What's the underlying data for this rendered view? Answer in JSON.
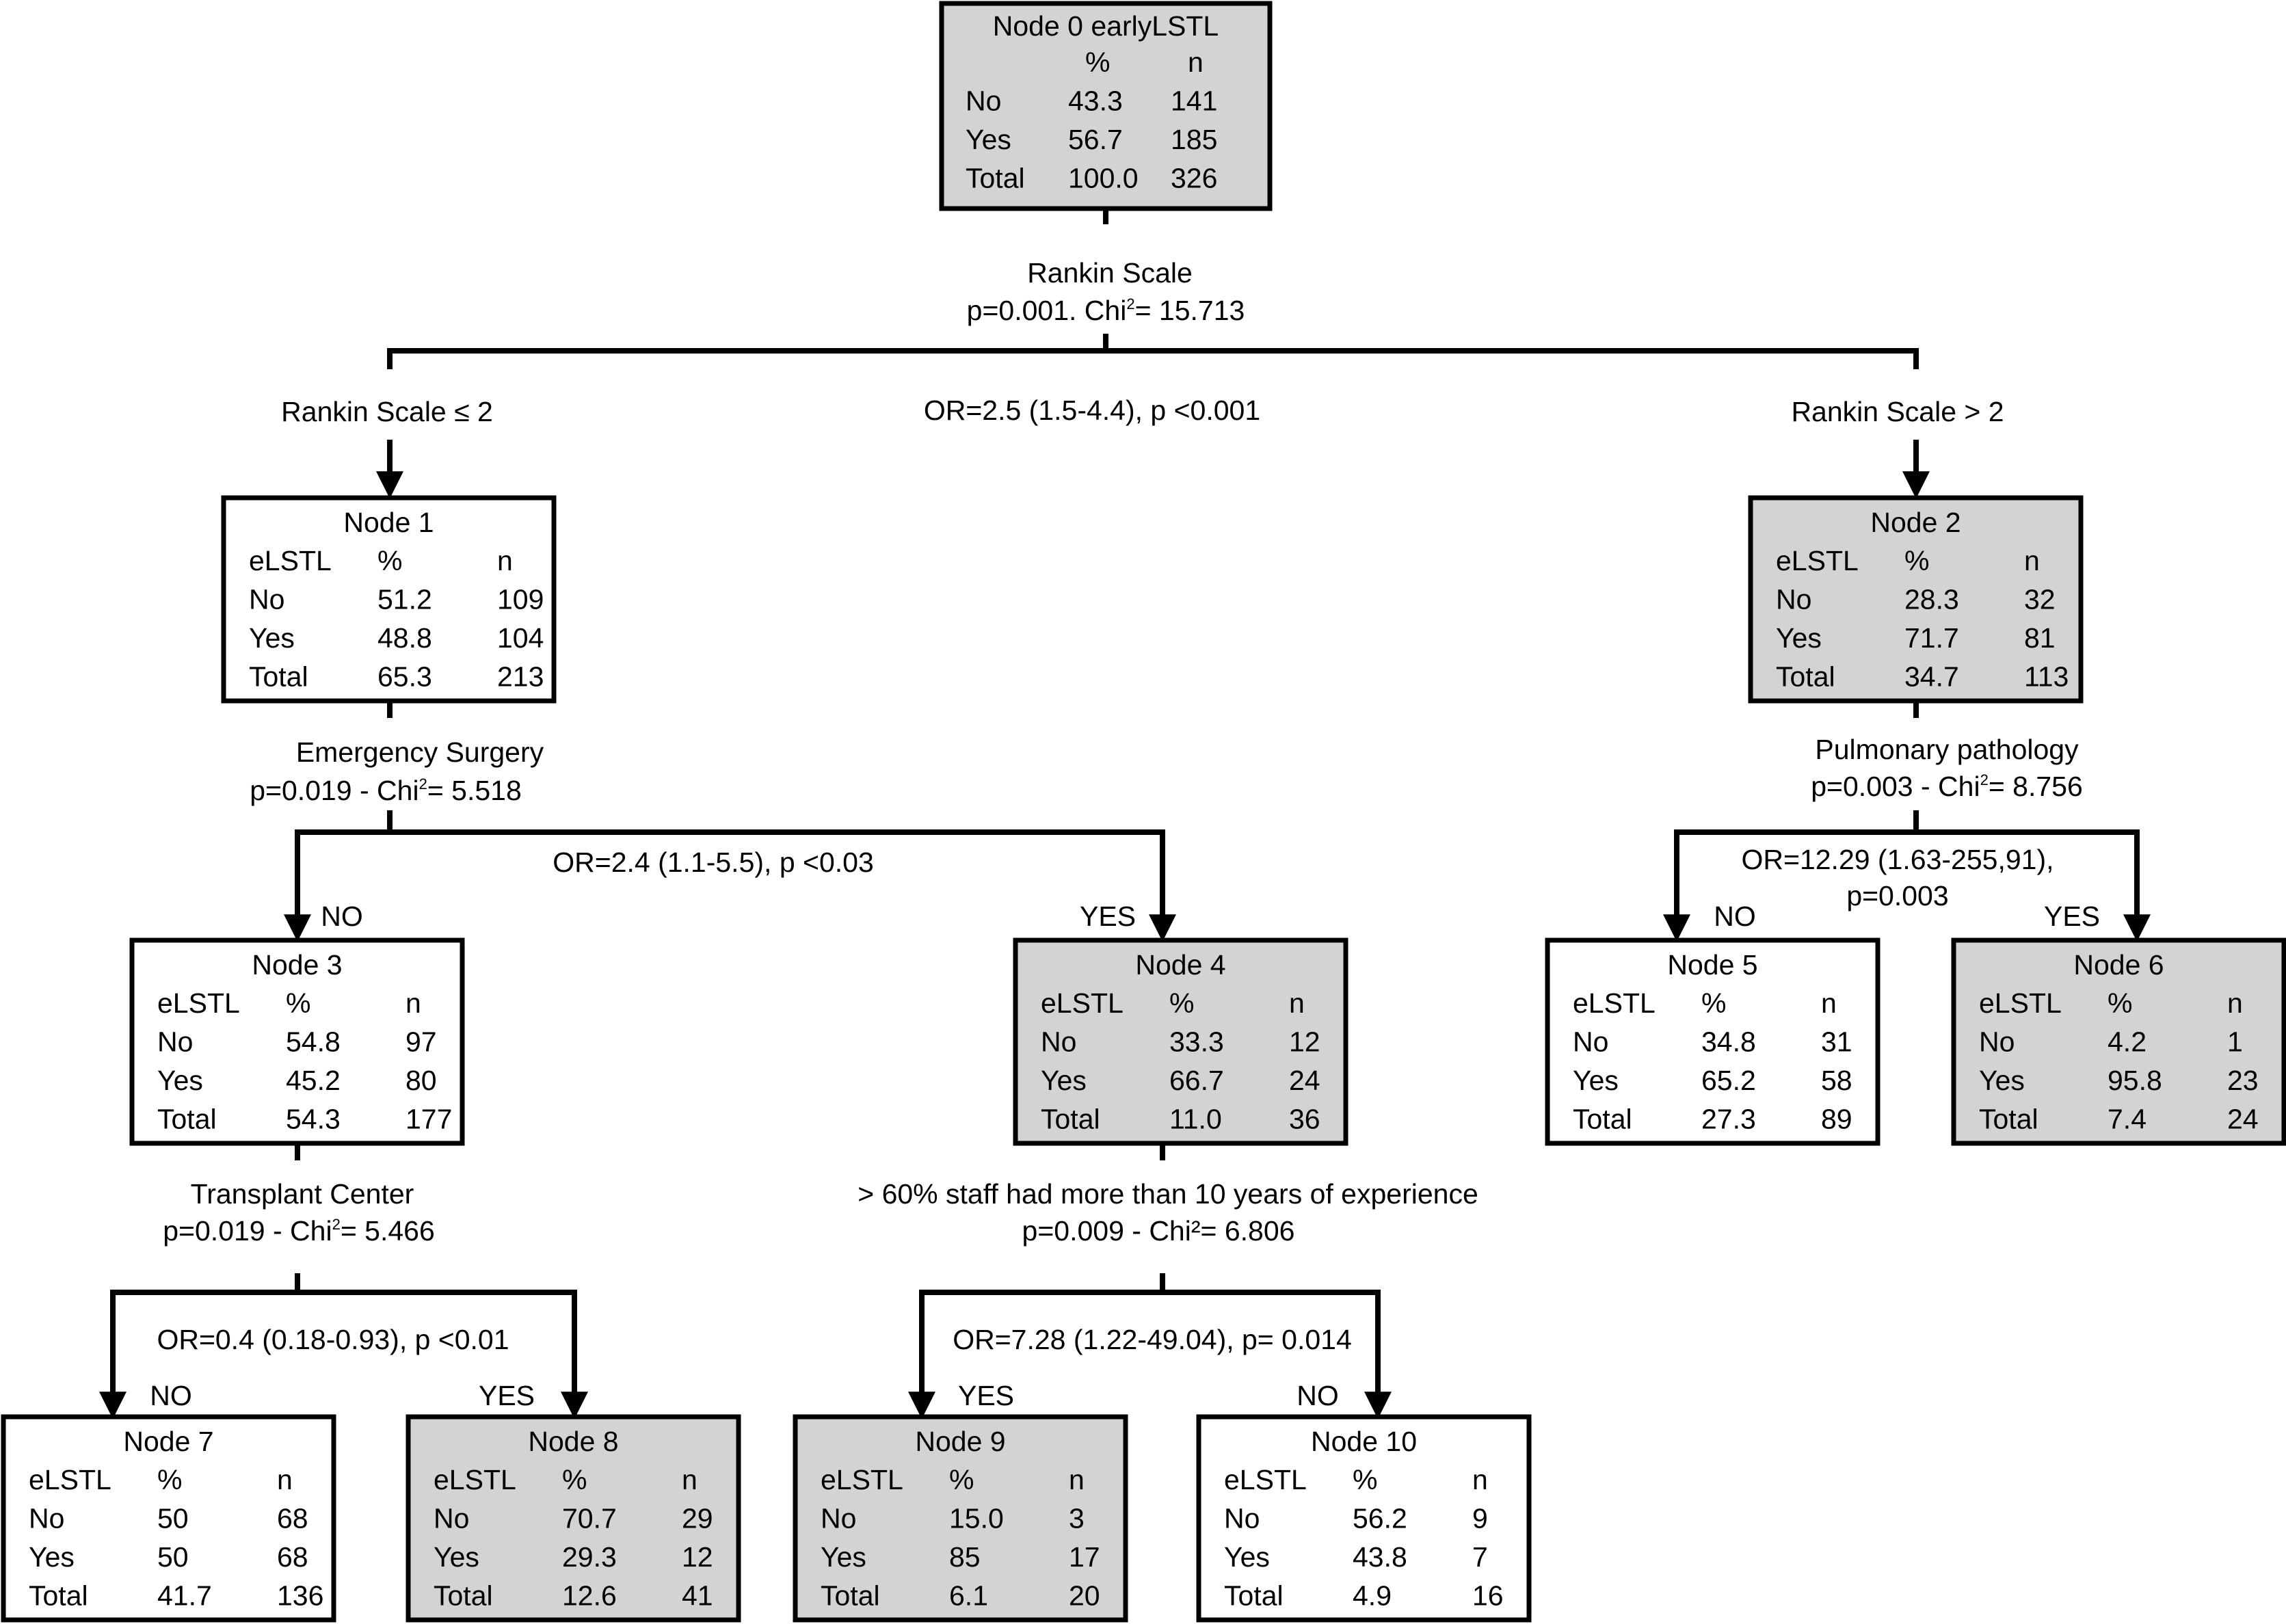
{
  "colors": {
    "terminal_fill": "#d3d3d3",
    "plain_fill": "#ffffff",
    "line": "#000000"
  },
  "nodes": [
    {
      "id": 0,
      "title": "Node 0 earlyLSTL",
      "col0": "",
      "col1": "%",
      "col2": "n",
      "rows": [
        [
          "No",
          "43.3",
          "141"
        ],
        [
          "Yes",
          "56.7",
          "185"
        ],
        [
          "Total",
          "100.0",
          "326"
        ]
      ],
      "shaded": true
    },
    {
      "id": 1,
      "title": "Node 1",
      "col0": "eLSTL",
      "col1": "%",
      "col2": "n",
      "rows": [
        [
          "No",
          "51.2",
          "109"
        ],
        [
          "Yes",
          "48.8",
          "104"
        ],
        [
          "Total",
          "65.3",
          "213"
        ]
      ],
      "shaded": false
    },
    {
      "id": 2,
      "title": "Node 2",
      "col0": "eLSTL",
      "col1": "%",
      "col2": "n",
      "rows": [
        [
          "No",
          "28.3",
          "32"
        ],
        [
          "Yes",
          "71.7",
          "81"
        ],
        [
          "Total",
          "34.7",
          "113"
        ]
      ],
      "shaded": true
    },
    {
      "id": 3,
      "title": "Node 3",
      "col0": "eLSTL",
      "col1": "%",
      "col2": "n",
      "rows": [
        [
          "No",
          "54.8",
          "97"
        ],
        [
          "Yes",
          "45.2",
          "80"
        ],
        [
          "Total",
          "54.3",
          "177"
        ]
      ],
      "shaded": false
    },
    {
      "id": 4,
      "title": "Node 4",
      "col0": "eLSTL",
      "col1": "%",
      "col2": "n",
      "rows": [
        [
          "No",
          "33.3",
          "12"
        ],
        [
          "Yes",
          "66.7",
          "24"
        ],
        [
          "Total",
          "11.0",
          "36"
        ]
      ],
      "shaded": true
    },
    {
      "id": 5,
      "title": "Node 5",
      "col0": "eLSTL",
      "col1": "%",
      "col2": "n",
      "rows": [
        [
          "No",
          "34.8",
          "31"
        ],
        [
          "Yes",
          "65.2",
          "58"
        ],
        [
          "Total",
          "27.3",
          "89"
        ]
      ],
      "shaded": false
    },
    {
      "id": 6,
      "title": "Node 6",
      "col0": "eLSTL",
      "col1": "%",
      "col2": "n",
      "rows": [
        [
          "No",
          "4.2",
          "1"
        ],
        [
          "Yes",
          "95.8",
          "23"
        ],
        [
          "Total",
          "7.4",
          "24"
        ]
      ],
      "shaded": true
    },
    {
      "id": 7,
      "title": "Node 7",
      "col0": "eLSTL",
      "col1": "%",
      "col2": "n",
      "rows": [
        [
          "No",
          "50",
          "68"
        ],
        [
          "Yes",
          "50",
          "68"
        ],
        [
          "Total",
          "41.7",
          "136"
        ]
      ],
      "shaded": false
    },
    {
      "id": 8,
      "title": "Node 8",
      "col0": "eLSTL",
      "col1": "%",
      "col2": "n",
      "rows": [
        [
          "No",
          "70.7",
          "29"
        ],
        [
          "Yes",
          "29.3",
          "12"
        ],
        [
          "Total",
          "12.6",
          "41"
        ]
      ],
      "shaded": true
    },
    {
      "id": 9,
      "title": "Node 9",
      "col0": "eLSTL",
      "col1": "%",
      "col2": "n",
      "rows": [
        [
          "No",
          "15.0",
          "3"
        ],
        [
          "Yes",
          "85",
          "17"
        ],
        [
          "Total",
          "6.1",
          "20"
        ]
      ],
      "shaded": true
    },
    {
      "id": 10,
      "title": "Node 10",
      "col0": "eLSTL",
      "col1": "%",
      "col2": "n",
      "rows": [
        [
          "No",
          "56.2",
          "9"
        ],
        [
          "Yes",
          "43.8",
          "7"
        ],
        [
          "Total",
          "4.9",
          "16"
        ]
      ],
      "shaded": false
    }
  ],
  "splits": [
    {
      "id": "split-0",
      "variable": "Rankin Scale",
      "stat_pre": "p=0.001. Chi",
      "stat_sup": "2",
      "stat_post": "= 15.713",
      "odds_ratio": "OR=2.5 (1.5-4.4), p <0.001",
      "left_label": "Rankin Scale ≤ 2",
      "right_label": "Rankin Scale > 2"
    },
    {
      "id": "split-1",
      "variable": "Emergency Surgery",
      "stat_pre": "p=0.019 - Chi",
      "stat_sup": "2",
      "stat_post": "= 5.518",
      "odds_ratio": "OR=2.4 (1.1-5.5), p <0.03",
      "left_label": "NO",
      "right_label": "YES"
    },
    {
      "id": "split-2",
      "variable": "Pulmonary pathology",
      "stat_pre": "p=0.003 - Chi",
      "stat_sup": "2",
      "stat_post": "= 8.756",
      "odds_ratio_line1": "OR=12.29 (1.63-255,91),",
      "odds_ratio_line2": "p=0.003",
      "left_label": "NO",
      "right_label": "YES"
    },
    {
      "id": "split-3",
      "variable": "Transplant Center",
      "stat_pre": "p=0.019 - Chi",
      "stat_sup": "2",
      "stat_post": "= 5.466",
      "odds_ratio": "OR=0.4 (0.18-0.93), p <0.01",
      "left_label": "NO",
      "right_label": "YES"
    },
    {
      "id": "split-4",
      "variable": "> 60% staff had more than 10 years of experience",
      "stat": "p=0.009 - Chi²= 6.806",
      "odds_ratio": "OR=7.28 (1.22-49.04), p= 0.014",
      "left_label": "YES",
      "right_label": "NO"
    }
  ]
}
